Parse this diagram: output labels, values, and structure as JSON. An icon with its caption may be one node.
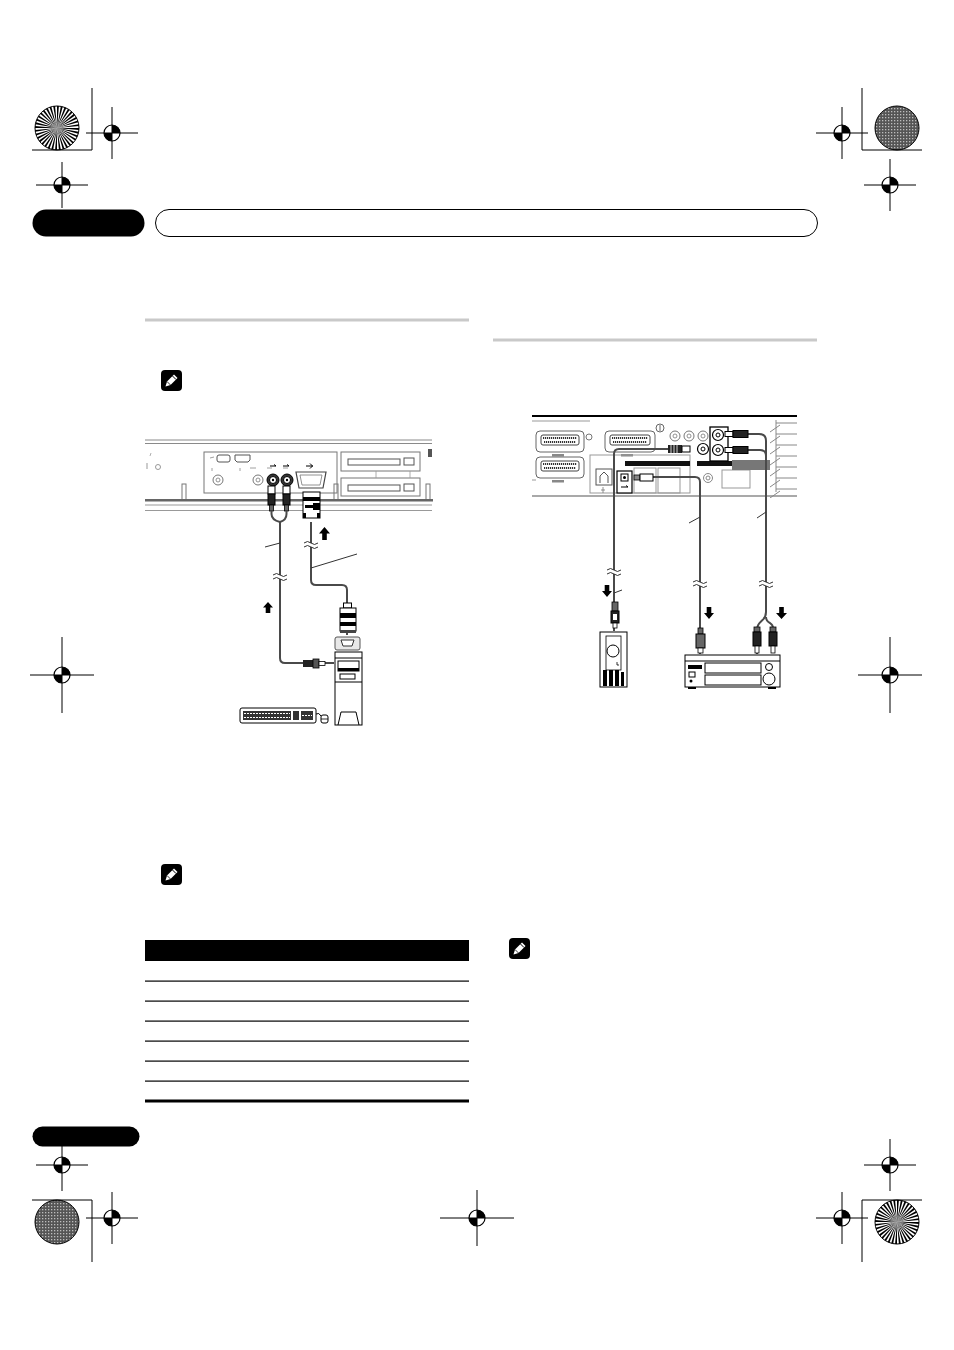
{
  "diagram": {
    "nodes": [
      {
        "text": [],
        "shape": "bar"
      },
      {
        "text": [],
        "shape": "bar"
      },
      {
        "text": [],
        "shape": "picture"
      },
      {
        "text": [],
        "shape": "picture"
      },
      {
        "text": [],
        "shape": "picture"
      },
      {
        "text": [],
        "shape": "picture"
      },
      {
        "text": [],
        "shape": "picture"
      },
      {
        "text": [],
        "shape": "bar"
      }
    ],
    "edges": [
      {
        "from": 2,
        "to": 3,
        "arrow": "none"
      },
      {
        "from": 2,
        "to": 3,
        "arrow": "none"
      },
      {
        "from": 4,
        "to": 5,
        "arrow": "none"
      },
      {
        "from": 4,
        "to": 6,
        "arrow": "none"
      },
      {
        "from": 4,
        "to": 6,
        "arrow": "none"
      }
    ]
  }
}
